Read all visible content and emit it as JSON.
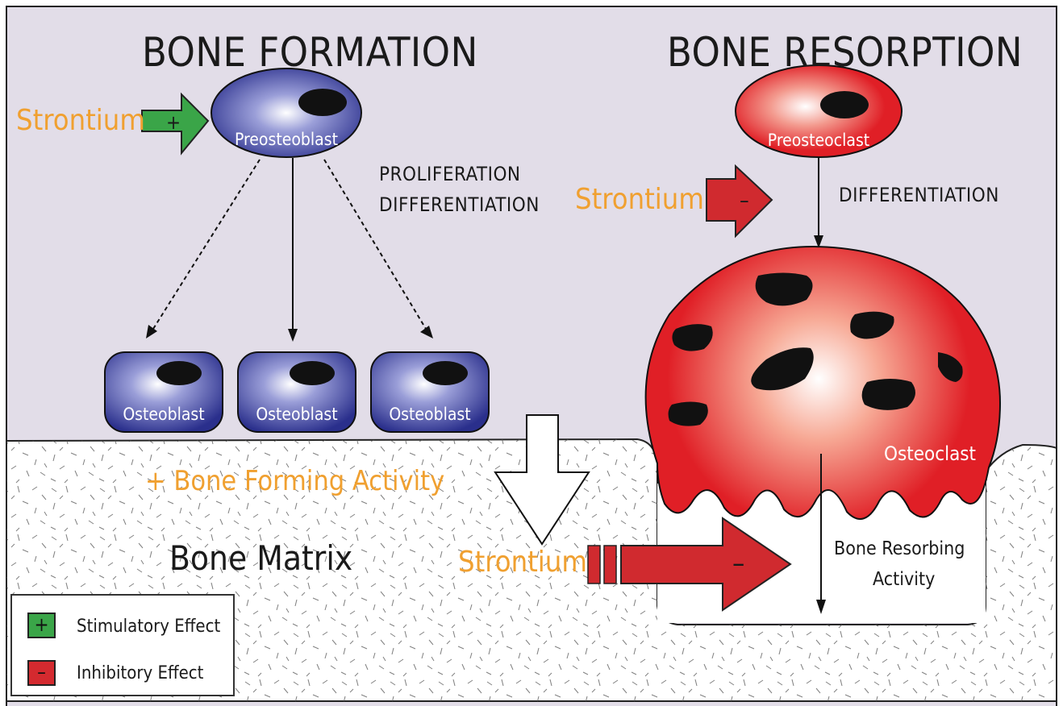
{
  "titles": {
    "formation": "BONE FORMATION",
    "resorption": "BONE RESORPTION"
  },
  "formation": {
    "strontium": "Strontium",
    "stimulus_symbol": "+",
    "preosteoblast": "Preosteoblast",
    "process_line1": "PROLIFERATION",
    "process_line2": "DIFFERENTIATION",
    "osteoblasts": [
      "Osteoblast",
      "Osteoblast",
      "Osteoblast"
    ],
    "activity": "+ Bone Forming Activity",
    "matrix": "Bone Matrix"
  },
  "resorption": {
    "strontium": "Strontium",
    "inhibit_symbol": "–",
    "preosteoclast": "Preosteoclast",
    "process": "DIFFERENTIATION",
    "osteoclast": "Osteoclast",
    "activity_line1": "Bone Resorbing",
    "activity_line2": "Activity"
  },
  "matrix_arrow": {
    "strontium": "Strontium",
    "symbol": "–"
  },
  "legend": {
    "items": [
      {
        "symbol": "+",
        "label": "Stimulatory Effect",
        "color": "#3aa548"
      },
      {
        "symbol": "–",
        "label": "Inhibitory Effect",
        "color": "#d42a2f"
      }
    ]
  },
  "colors": {
    "background_top": "#e2dde8",
    "blue_cell": "#2a2f8c",
    "red_cell": "#e01f26",
    "green_arrow": "#3aa548",
    "red_arrow": "#d02a2f",
    "strontium_text": "#f0a030"
  }
}
